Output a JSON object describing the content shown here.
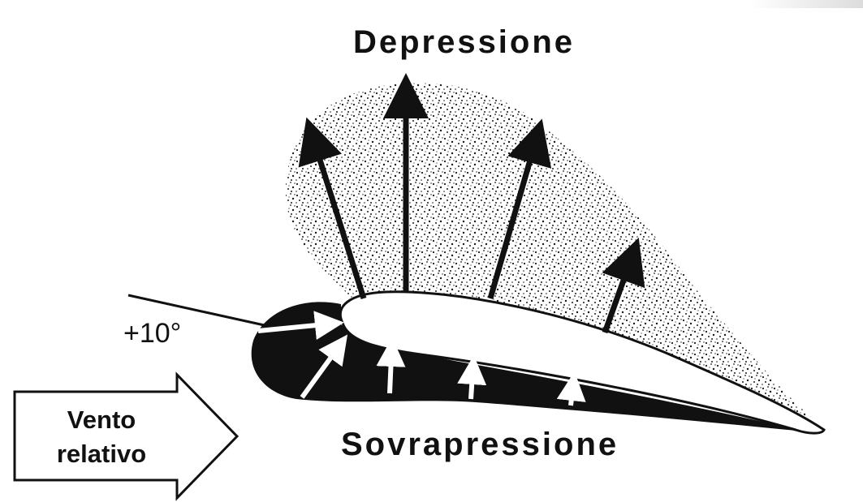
{
  "labels": {
    "low_pressure": "Depressione",
    "high_pressure": "Sovrapressione",
    "angle_of_attack": "+10°",
    "relative_wind_line1": "Vento",
    "relative_wind_line2": "relativo"
  },
  "colors": {
    "ink": "#111111",
    "paper": "#ffffff",
    "stipple": "#1a1a1a"
  }
}
